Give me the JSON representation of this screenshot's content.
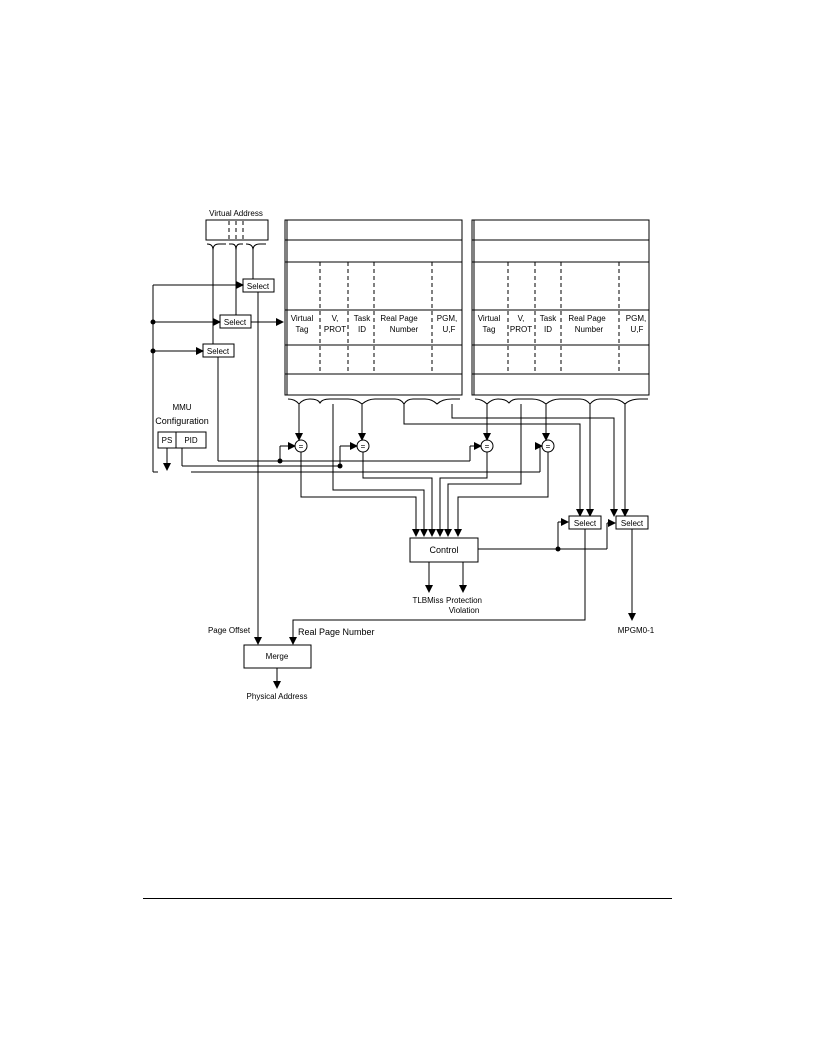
{
  "diagram": {
    "virtual_address_label": "Virtual Address",
    "select_label": "Select",
    "mmu_config_line1": "MMU",
    "mmu_config_line2": "Configuration",
    "ps_label": "PS",
    "pid_label": "PID",
    "compare_symbol": "=",
    "tlb_columns": {
      "virtual_tag": [
        "Virtual",
        "Tag"
      ],
      "v_prot": [
        "V,",
        "PROT"
      ],
      "task_id": [
        "Task",
        "ID"
      ],
      "real_page_number": [
        "Real Page",
        "Number"
      ],
      "pgm_uf": [
        "PGM,",
        "U,F"
      ]
    },
    "control_label": "Control",
    "tlb_miss_label": "TLBMiss",
    "protection_violation_line1": "Protection",
    "protection_violation_line2": "Violation",
    "page_offset_label": "Page Offset",
    "real_page_number_label": "Real Page Number",
    "merge_label": "Merge",
    "physical_address_label": "Physical Address",
    "mpgm_label": "MPGM0-1"
  }
}
